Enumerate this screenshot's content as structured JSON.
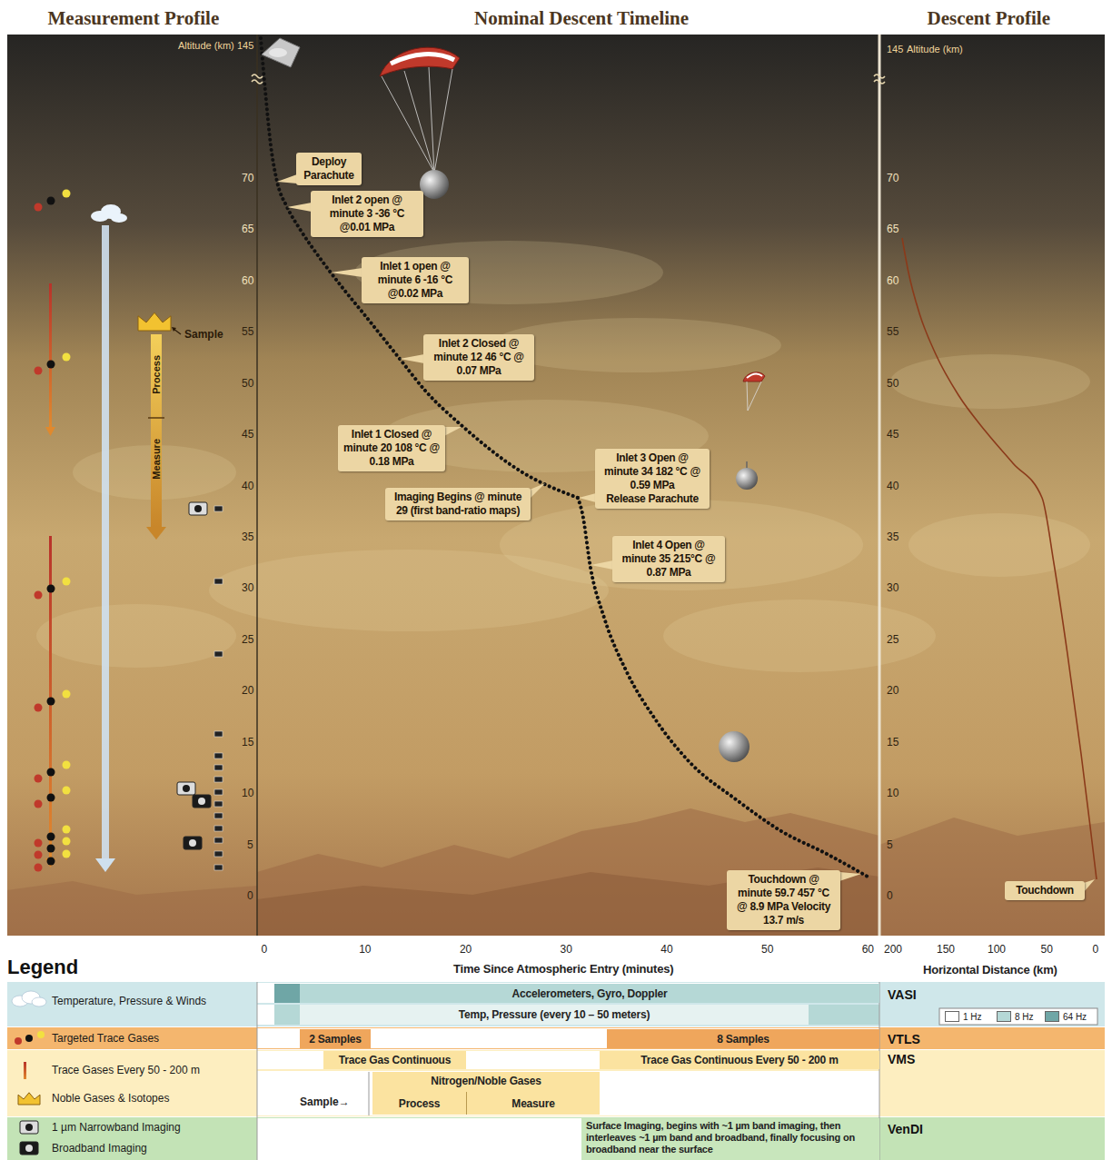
{
  "diagram": {
    "nodes": [
      {
        "text": [
          "Deploy Parachute"
        ]
      },
      {
        "text": [
          "Inlet 2 open @ minute 3 -36 °C @0.01 MPa"
        ]
      },
      {
        "text": [
          "Inlet 1 open @ minute 6 -16 °C @0.02 MPa"
        ]
      },
      {
        "text": [
          "Inlet 2 Closed @ minute 12 46 °C @ 0.07 MPa"
        ]
      },
      {
        "text": [
          "Inlet 1 Closed @ minute 20 108 °C @ 0.18 MPa"
        ]
      },
      {
        "text": [
          "Imaging Begins @ minute 29 (first band-ratio maps)"
        ]
      },
      {
        "text": [
          "Inlet 3 Open @ minute 34 182 °C @ 0.59 MPa",
          "Release Parachute"
        ]
      },
      {
        "text": [
          "Inlet 4 Open @ minute 35 215°C @ 0.87 MPa"
        ]
      },
      {
        "text": [
          "Touchdown @ minute 59.7 457 °C @ 8.9 MPa Velocity 13.7 m/s"
        ]
      },
      {
        "text": [
          "Touchdown"
        ]
      },
      {
        "text": [
          "Accelerometers, Gyro, Doppler"
        ]
      },
      {
        "text": [
          "Temp, Pressure (every 10 – 50 meters)"
        ]
      },
      {
        "text": [
          "2 Samples"
        ]
      },
      {
        "text": [
          "8 Samples"
        ]
      },
      {
        "text": [
          "Trace Gas Continuous"
        ]
      },
      {
        "text": [
          "Trace Gas Continuous Every 50 - 200 m"
        ]
      },
      {
        "text": [
          "Nitrogen/Noble Gases"
        ]
      },
      {
        "text": [
          "Process"
        ],
        "in": 16
      },
      {
        "text": [
          "Measure"
        ],
        "in": 16
      },
      {
        "text": [
          "Surface Imaging, begins with ~1 µm band imaging, then interleaves ~1 µm band and broadband, finally focusing on broadband near the surface"
        ]
      }
    ],
    "labels": [
      "Measurement Profile",
      "Nominal Descent Timeline",
      "Descent Profile",
      "Altitude (km)",
      "145",
      "70",
      "65",
      "60",
      "55",
      "50",
      "45",
      "40",
      "35",
      "30",
      "25",
      "20",
      "15",
      "10",
      "5",
      "0",
      "145",
      "Altitude (km)",
      "70",
      "65",
      "60",
      "55",
      "50",
      "45",
      "40",
      "35",
      "30",
      "25",
      "20",
      "15",
      "10",
      "5",
      "0",
      "Sample",
      "Process",
      "Measure",
      "Legend",
      "0",
      "10",
      "20",
      "30",
      "40",
      "50",
      "60",
      "Time Since Atmospheric Entry (minutes)",
      "200",
      "150",
      "100",
      "50",
      "0",
      "Horizontal Distance (km)",
      "VASI",
      "VTLS",
      "VMS",
      "VenDI",
      "Sample→"
    ],
    "legend": [
      {
        "text": "Temperature, Pressure & Winds"
      },
      {
        "text": "Targeted Trace Gases"
      },
      {
        "text": "Trace Gases Every 50 - 200 m"
      },
      {
        "text": "Noble Gases & Isotopes"
      },
      {
        "text": "1 µm Narrowband Imaging"
      },
      {
        "text": "Broadband Imaging"
      },
      {
        "text": "1 Hz",
        "color": "#ffffff"
      },
      {
        "text": "8 Hz",
        "color": "#b5d8d6"
      },
      {
        "text": "64 Hz",
        "color": "#6fa6a6"
      }
    ]
  }
}
